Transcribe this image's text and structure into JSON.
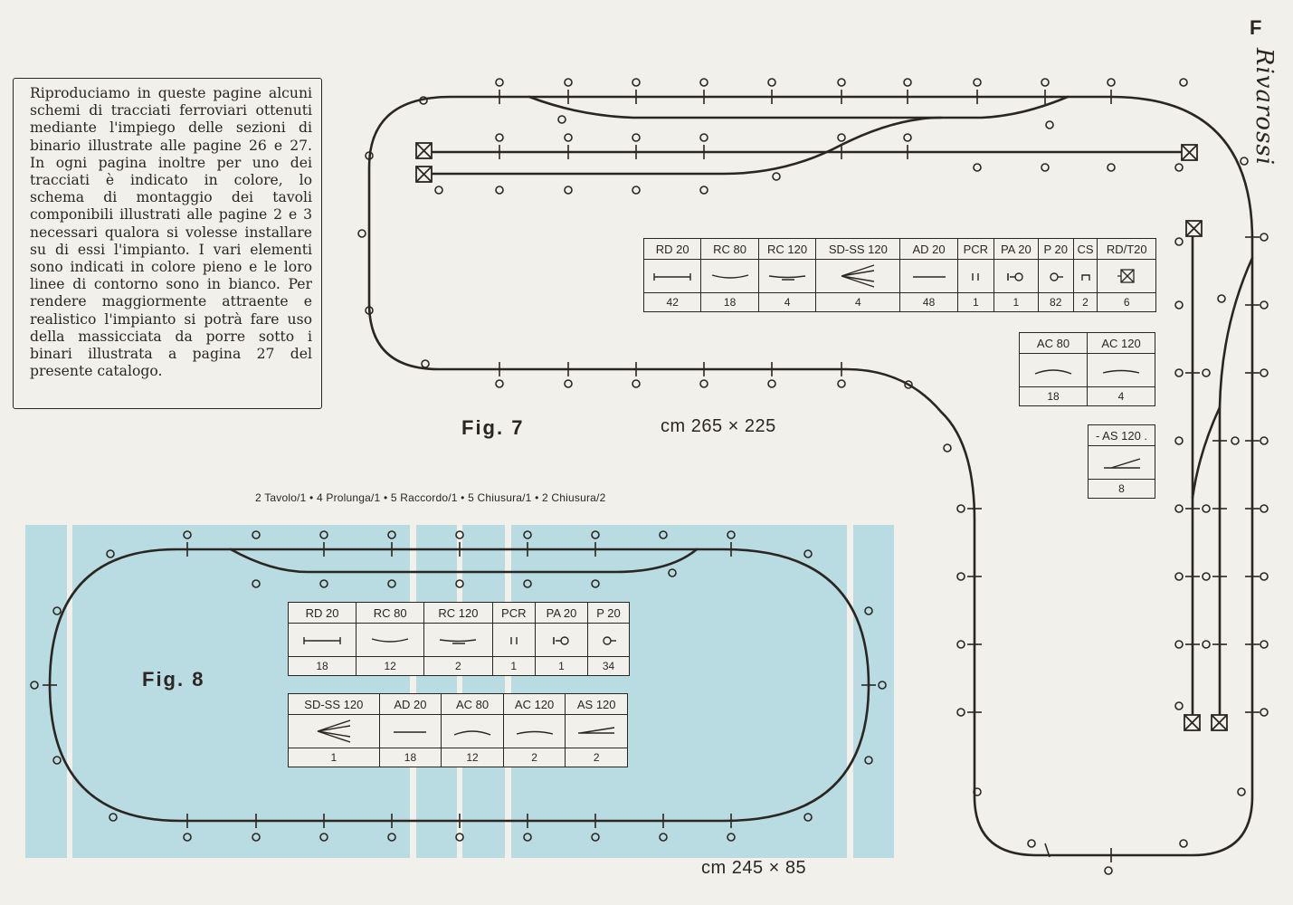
{
  "page": {
    "letter": "F",
    "brand": "Rivarossi"
  },
  "intro_text": "Riproduciamo in queste pagine alcuni schemi di tracciati ferroviari ottenuti mediante l'impiego delle sezioni di binario illustrate alle pagine 26 e 27. In ogni pagina inoltre per uno dei tracciati è indicato in colore, lo schema di montaggio dei tavoli componibili illustrati alle pagine 2 e 3 necessari qualora si volesse installare su di essi l'impianto. I vari elementi sono indicati in colore pieno e le loro linee di contorno sono in bianco. Per rendere maggiormente attraente e realistico l'impianto si potrà fare uso della massicciata da porre sotto i binari illustrata a pagina 27 del presente catalogo.",
  "fig7": {
    "label": "Fig. 7",
    "dimensions": "cm 265 × 225",
    "table_main": [
      {
        "code": "RD 20",
        "symbol": "straight",
        "qty": "42"
      },
      {
        "code": "RC 80",
        "symbol": "curve",
        "qty": "18"
      },
      {
        "code": "RC 120",
        "symbol": "curve-wide",
        "qty": "4"
      },
      {
        "code": "SD-SS 120",
        "symbol": "switch",
        "qty": "4"
      },
      {
        "code": "AD 20",
        "symbol": "short-straight",
        "qty": "48"
      },
      {
        "code": "PCR",
        "symbol": "contact",
        "qty": "1"
      },
      {
        "code": "PA 20",
        "symbol": "pole-a",
        "qty": "1"
      },
      {
        "code": "P 20",
        "symbol": "pole",
        "qty": "82"
      },
      {
        "code": "CS",
        "symbol": "clip",
        "qty": "2"
      },
      {
        "code": "RD/T20",
        "symbol": "buffer",
        "qty": "6"
      }
    ],
    "table_ac": [
      {
        "code": "AC 80",
        "symbol": "arc",
        "qty": "18"
      },
      {
        "code": "AC 120",
        "symbol": "arc",
        "qty": "4"
      }
    ],
    "table_as": [
      {
        "code": "- AS 120 .",
        "symbol": "diag",
        "qty": "8"
      }
    ]
  },
  "fig8": {
    "label": "Fig. 8",
    "dimensions": "cm 245 × 85",
    "composition": "2 Tavolo/1 • 4 Prolunga/1 • 5 Raccordo/1 • 5 Chiusura/1 • 2 Chiusura/2",
    "table_row1": [
      {
        "code": "RD 20",
        "symbol": "straight",
        "qty": "18"
      },
      {
        "code": "RC 80",
        "symbol": "curve",
        "qty": "12"
      },
      {
        "code": "RC 120",
        "symbol": "curve-wide",
        "qty": "2"
      },
      {
        "code": "PCR",
        "symbol": "contact",
        "qty": "1"
      },
      {
        "code": "PA 20",
        "symbol": "pole-a",
        "qty": "1"
      },
      {
        "code": "P 20",
        "symbol": "pole",
        "qty": "34"
      }
    ],
    "table_row2": [
      {
        "code": "SD-SS 120",
        "symbol": "switch",
        "qty": "1"
      },
      {
        "code": "AD 20",
        "symbol": "short-straight",
        "qty": "18"
      },
      {
        "code": "AC 80",
        "symbol": "arc",
        "qty": "12"
      },
      {
        "code": "AC 120",
        "symbol": "arc",
        "qty": "2"
      },
      {
        "code": "AS 120",
        "symbol": "diag",
        "qty": "2"
      }
    ]
  },
  "colors": {
    "ink": "#2b2622",
    "paper": "#f1f0ea",
    "table_blue": "#b9dbe2"
  }
}
